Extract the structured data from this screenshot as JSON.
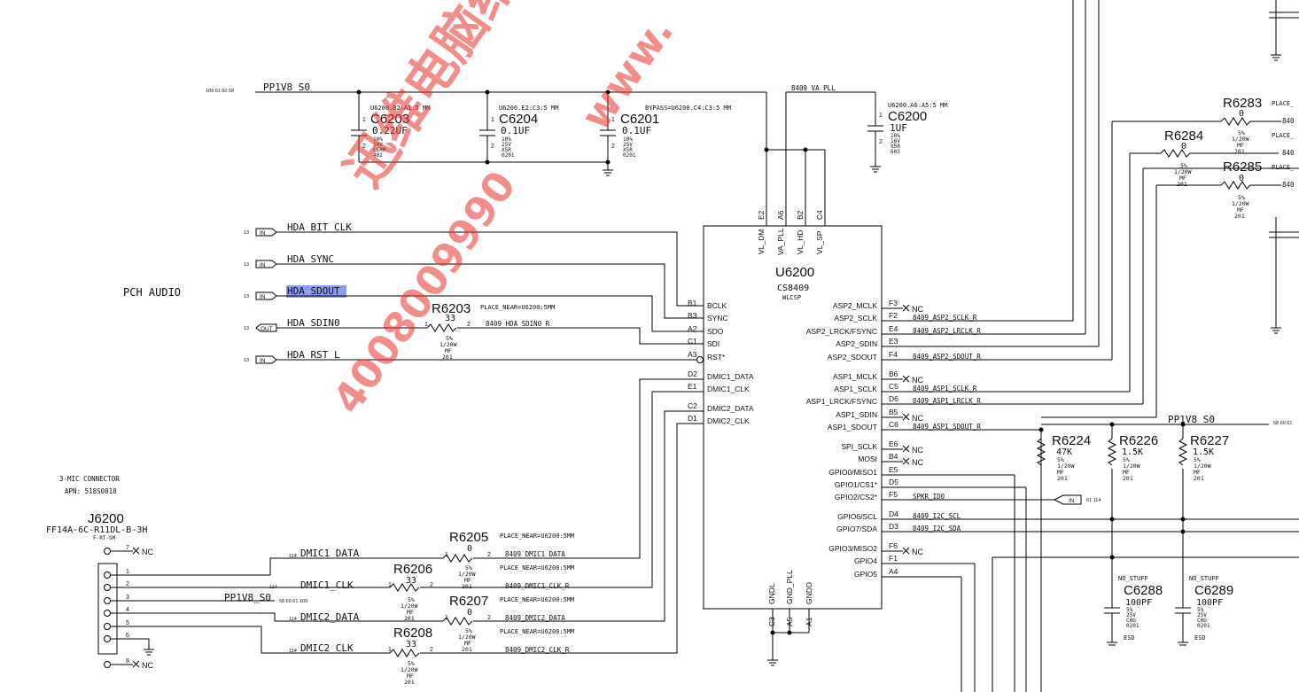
{
  "header": {
    "section_label": "PCH AUDIO",
    "connector_note_1": "3-MIC CONNECTOR",
    "connector_note_2": "APN: 518S0818"
  },
  "rails": {
    "top": {
      "name": "PP1V8_S0",
      "refs": "109 61 60 58"
    },
    "right": {
      "name": "PP1V8_S0",
      "refs": "58 60 61"
    },
    "conn": {
      "name": "PP1V8_S0",
      "refs": "58 60 61 109"
    },
    "va_pll": "8409_VA_PLL"
  },
  "chip": {
    "ref": "U6200",
    "part": "CS8409",
    "pkg": "WLCSP",
    "top_pins": [
      {
        "num": "E2",
        "name": "VL_DM"
      },
      {
        "num": "A6",
        "name": "VA_PLL"
      },
      {
        "num": "B2",
        "name": "VL_HD"
      },
      {
        "num": "C4",
        "name": "VL_SP"
      }
    ],
    "bottom_pins": [
      {
        "num": "C3",
        "name": "GNDL"
      },
      {
        "num": "A5",
        "name": "GND_PLL"
      },
      {
        "num": "A1",
        "name": "GNDD"
      }
    ],
    "left_pins": [
      {
        "num": "B1",
        "name": "BCLK"
      },
      {
        "num": "B3",
        "name": "SYNC"
      },
      {
        "num": "A2",
        "name": "SDO"
      },
      {
        "num": "C1",
        "name": "SDI"
      },
      {
        "num": "A3",
        "name": "RST*"
      },
      {
        "num": "D2",
        "name": "DMIC1_DATA"
      },
      {
        "num": "E1",
        "name": "DMIC1_CLK"
      },
      {
        "num": "C2",
        "name": "DMIC2_DATA"
      },
      {
        "num": "D1",
        "name": "DMIC2_CLK"
      }
    ],
    "right_pins": [
      {
        "num": "F3",
        "name": "ASP2_MCLK",
        "net": "NC"
      },
      {
        "num": "F2",
        "name": "ASP2_SCLK",
        "net": "8409_ASP2_SCLK_R"
      },
      {
        "num": "E4",
        "name": "ASP2_LRCK/FSYNC",
        "net": "8409_ASP2_LRCLK_R"
      },
      {
        "num": "E3",
        "name": "ASP2_SDIN",
        "net": ""
      },
      {
        "num": "F4",
        "name": "ASP2_SDOUT",
        "net": "8409_ASP2_SDOUT_R"
      },
      {
        "num": "B6",
        "name": "ASP1_MCLK",
        "net": "NC"
      },
      {
        "num": "C5",
        "name": "ASP1_SCLK",
        "net": "8409_ASP1_SCLK_R"
      },
      {
        "num": "D6",
        "name": "ASP1_LRCK/FSYNC",
        "net": "8409_ASP1_LRCLK_R"
      },
      {
        "num": "B5",
        "name": "ASP1_SDIN",
        "net": "NC"
      },
      {
        "num": "C6",
        "name": "ASP1_SDOUT",
        "net": "8409_ASP1_SDOUT_R"
      },
      {
        "num": "E6",
        "name": "SPI_SCLK",
        "net": "NC"
      },
      {
        "num": "B4",
        "name": "MOSI",
        "net": "NC"
      },
      {
        "num": "E5",
        "name": "GPIO0/MISO1",
        "net": ""
      },
      {
        "num": "D5",
        "name": "GPIO1/CS1*",
        "net": ""
      },
      {
        "num": "F5",
        "name": "GPIO2/CS2*",
        "net": "SPKR_ID0"
      },
      {
        "num": "D4",
        "name": "GPIO6/SCL",
        "net": "8409_I2C_SCL"
      },
      {
        "num": "D3",
        "name": "GPIO7/SDA",
        "net": "8409_I2C_SDA"
      },
      {
        "num": "F6",
        "name": "GPIO3/MISO2",
        "net": "NC"
      },
      {
        "num": "F1",
        "name": "GPIO4",
        "net": ""
      },
      {
        "num": "A4",
        "name": "GPIO5",
        "net": ""
      }
    ]
  },
  "hda_signals": [
    {
      "name": "HDA_BIT_CLK",
      "dir": "IN",
      "page": "13"
    },
    {
      "name": "HDA_SYNC",
      "dir": "IN",
      "page": "13"
    },
    {
      "name": "HDA_SDOUT",
      "dir": "IN",
      "page": "13"
    },
    {
      "name": "HDA_SDIN0",
      "dir": "OUT",
      "page": "13"
    },
    {
      "name": "HDA_RST_L",
      "dir": "IN",
      "page": "13"
    }
  ],
  "spkr_ref": {
    "dir": "IN",
    "refs": "61 114"
  },
  "capacitors": [
    {
      "ref": "C6203",
      "val": "0.22UF",
      "specs": [
        "10%",
        "10V",
        "CERM",
        "402"
      ],
      "note": "U6200.B2:A1:5 MM"
    },
    {
      "ref": "C6204",
      "val": "0.1UF",
      "specs": [
        "10%",
        "25V",
        "X5R",
        "0201"
      ],
      "note": "U6200.E2:C3:5 MM"
    },
    {
      "ref": "C6201",
      "val": "0.1UF",
      "specs": [
        "10%",
        "25V",
        "X5R",
        "0201"
      ],
      "note": "BYPASS=U6200.C4:C3:5 MM"
    },
    {
      "ref": "C6200",
      "val": "1UF",
      "specs": [
        "10%",
        "16V",
        "X5R",
        "603"
      ],
      "note": "U6200.A6:A5:5 MM"
    },
    {
      "ref": "C6288",
      "val": "100PF",
      "specs": [
        "5%",
        "25V",
        "C0G",
        "0201"
      ],
      "note": "NO_STUFF",
      "extra": "ESD"
    },
    {
      "ref": "C6289",
      "val": "100PF",
      "specs": [
        "5%",
        "25V",
        "C0G",
        "0201"
      ],
      "note": "NO_STUFF",
      "extra": "ESD"
    }
  ],
  "resistors": [
    {
      "ref": "R6203",
      "val": "33",
      "specs": [
        "5%",
        "1/20W",
        "MF",
        "201"
      ],
      "note": "PLACE_NEAR=U6200:5MM",
      "net": "8409_HDA_SDIN0_R"
    },
    {
      "ref": "R6205",
      "val": "0",
      "specs": [
        "5%",
        "1/20W",
        "MF",
        "201"
      ],
      "note": "PLACE_NEAR=U6200:5MM",
      "net": "8409_DMIC1_DATA"
    },
    {
      "ref": "R6206",
      "val": "33",
      "specs": [
        "5%",
        "1/20W",
        "MF",
        "201"
      ],
      "note": "PLACE_NEAR=U6200:5MM",
      "net": "8409_DMIC1_CLK_R"
    },
    {
      "ref": "R6207",
      "val": "0",
      "specs": [
        "5%",
        "1/20W",
        "MF",
        "201"
      ],
      "note": "PLACE_NEAR=U6200:5MM",
      "net": "8409_DMIC2_DATA"
    },
    {
      "ref": "R6208",
      "val": "33",
      "specs": [
        "5%",
        "1/20W",
        "MF",
        "201"
      ],
      "note": "PLACE_NEAR=U6200:5MM",
      "net": "8409_DMIC2_CLK_R"
    },
    {
      "ref": "R6283",
      "val": "0",
      "specs": [
        "5%",
        "1/20W",
        "MF",
        "201"
      ],
      "note": "PLACE_",
      "net": "840"
    },
    {
      "ref": "R6284",
      "val": "0",
      "specs": [
        "5%",
        "1/20W",
        "MF",
        "201"
      ],
      "note": "PLACE_",
      "net": "840"
    },
    {
      "ref": "R6285",
      "val": "0",
      "specs": [
        "5%",
        "1/20W",
        "MF",
        "201"
      ],
      "note": "PLACE_",
      "net": "840"
    },
    {
      "ref": "R6224",
      "val": "47K",
      "specs": [
        "5%",
        "1/20W",
        "MF",
        "201"
      ]
    },
    {
      "ref": "R6226",
      "val": "1.5K",
      "specs": [
        "5%",
        "1/20W",
        "MF",
        "201"
      ]
    },
    {
      "ref": "R6227",
      "val": "1.5K",
      "specs": [
        "5%",
        "1/20W",
        "MF",
        "201"
      ]
    }
  ],
  "connector": {
    "ref": "J6200",
    "part": "FF14A-6C-R11DL-B-3H",
    "variant": "F-RT-SM",
    "pins": [
      "1",
      "2",
      "3",
      "4",
      "5",
      "6",
      "7",
      "8"
    ],
    "nets": [
      "DMIC1_DATA",
      "DMIC1_CLK",
      "DMIC2_DATA",
      "DMIC2_CLK"
    ],
    "page_ref": "114"
  },
  "watermark": {
    "chinese": "迅维电脑维修",
    "number": "4008009990",
    "url": "www."
  },
  "nc_label": "NC"
}
